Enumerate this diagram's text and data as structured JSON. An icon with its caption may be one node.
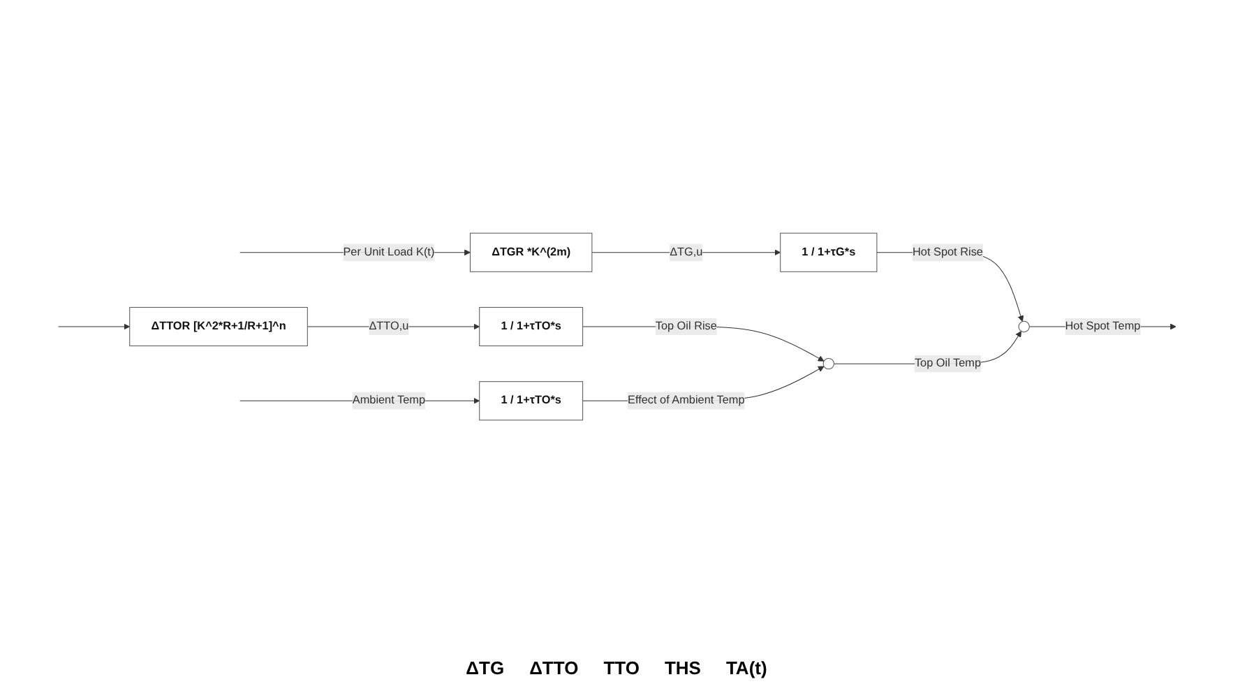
{
  "diagram": {
    "nodes": [
      {
        "text": [
          "ΔTGR *K^(2m)"
        ]
      },
      {
        "text": [
          "1 / 1+τG*s"
        ]
      },
      {
        "text": [
          "ΔTTOR [K^2*R+1/R+1]^n"
        ]
      },
      {
        "text": [
          "1 / 1+τTO*s"
        ]
      },
      {
        "text": [
          "1 / 1+τTO*s"
        ]
      },
      {
        "text": [],
        "shape": "circle"
      },
      {
        "text": [],
        "shape": "circle"
      }
    ],
    "edges": [
      {
        "from": null,
        "to": 0,
        "arrow": "to",
        "label": "Per Unit Load K(t)"
      },
      {
        "from": null,
        "to": 2,
        "arrow": "to"
      },
      {
        "from": 0,
        "to": 1,
        "arrow": "to",
        "label": "ΔTG,u"
      },
      {
        "from": 2,
        "to": 3,
        "arrow": "to",
        "label": "ΔTTO,u"
      },
      {
        "from": 1,
        "to": 6,
        "arrow": "to",
        "label": "Hot Spot Rise"
      },
      {
        "from": 3,
        "to": 5,
        "arrow": "to",
        "label": "Top Oil Rise"
      },
      {
        "from": null,
        "to": 4,
        "arrow": "to",
        "label": "Ambient Temp"
      },
      {
        "from": 4,
        "to": 5,
        "arrow": "to",
        "label": "Effect of Ambient Temp"
      },
      {
        "from": 5,
        "to": 6,
        "arrow": "to",
        "label": "Top Oil Temp"
      },
      {
        "from": 6,
        "to": null,
        "arrow": "to",
        "label": "Hot Spot Temp"
      }
    ],
    "labels": [
      "ΔTG",
      "ΔTTO",
      "TTO",
      "THS",
      "TA(t)"
    ]
  }
}
